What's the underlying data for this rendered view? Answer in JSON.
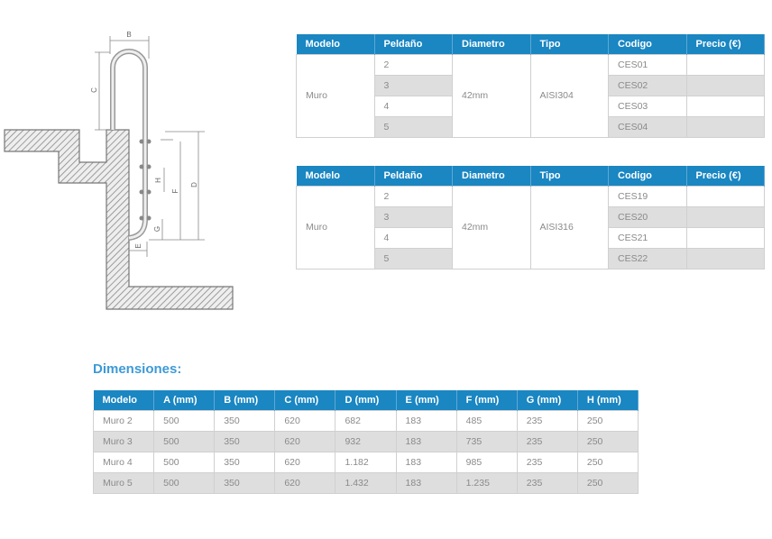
{
  "diagram": {
    "labels": {
      "a": "B",
      "b": "C",
      "c": "D",
      "d": "F",
      "e": "H",
      "f": "G",
      "g": "E"
    }
  },
  "product_tables": [
    {
      "headers": [
        "Modelo",
        "Peldaño",
        "Diametro",
        "Tipo",
        "Codigo",
        "Precio (€)"
      ],
      "modelo": "Muro",
      "diametro": "42mm",
      "tipo": "AISI304",
      "rows": [
        {
          "peldano": "2",
          "codigo": "CES01",
          "precio": ""
        },
        {
          "peldano": "3",
          "codigo": "CES02",
          "precio": ""
        },
        {
          "peldano": "4",
          "codigo": "CES03",
          "precio": ""
        },
        {
          "peldano": "5",
          "codigo": "CES04",
          "precio": ""
        }
      ]
    },
    {
      "headers": [
        "Modelo",
        "Peldaño",
        "Diametro",
        "Tipo",
        "Codigo",
        "Precio (€)"
      ],
      "modelo": "Muro",
      "diametro": "42mm",
      "tipo": "AISI316",
      "rows": [
        {
          "peldano": "2",
          "codigo": "CES19",
          "precio": ""
        },
        {
          "peldano": "3",
          "codigo": "CES20",
          "precio": ""
        },
        {
          "peldano": "4",
          "codigo": "CES21",
          "precio": ""
        },
        {
          "peldano": "5",
          "codigo": "CES22",
          "precio": ""
        }
      ]
    }
  ],
  "dimensions": {
    "title": "Dimensiones:",
    "headers": [
      "Modelo",
      "A (mm)",
      "B (mm)",
      "C (mm)",
      "D (mm)",
      "E (mm)",
      "F (mm)",
      "G (mm)",
      "H (mm)"
    ],
    "rows": [
      [
        "Muro 2",
        "500",
        "350",
        "620",
        "682",
        "183",
        "485",
        "235",
        "250"
      ],
      [
        "Muro 3",
        "500",
        "350",
        "620",
        "932",
        "183",
        "735",
        "235",
        "250"
      ],
      [
        "Muro 4",
        "500",
        "350",
        "620",
        "1.182",
        "183",
        "985",
        "235",
        "250"
      ],
      [
        "Muro 5",
        "500",
        "350",
        "620",
        "1.432",
        "183",
        "1.235",
        "235",
        "250"
      ]
    ]
  },
  "colors": {
    "header": "#1a86c2",
    "title": "#3d9ad6",
    "alt_row": "#dedede"
  }
}
